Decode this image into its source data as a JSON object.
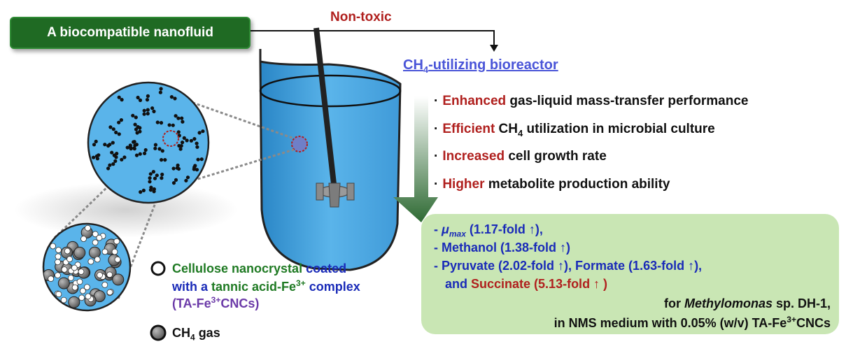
{
  "title": "A biocompatible nanofluid",
  "connector_label": "Non-toxic",
  "bioreactor": {
    "prefix": "CH",
    "sub": "4",
    "suffix": "-utilizing bioreactor"
  },
  "benefits": [
    {
      "highlight": "Enhanced",
      "text": " gas-liquid mass-transfer performance"
    },
    {
      "highlight": "Efficient",
      "text_a": " CH",
      "sub": "4",
      "text_b": " utilization in microbial culture"
    },
    {
      "highlight": "Increased",
      "text": " cell growth rate"
    },
    {
      "highlight": "Higher",
      "text": " metabolite production ability"
    }
  ],
  "results": {
    "mu_prefix": "- ",
    "mu": "μ",
    "mu_sub": "max",
    "mu_value": " (1.17-fold ↑),",
    "methanol": "- Methanol (1.38-fold ↑)",
    "pyruvate_formate": "- Pyruvate (2.02-fold ↑), Formate (1.63-fold ↑),",
    "and": "and ",
    "succinate": "Succinate  (5.13-fold ↑ )",
    "for_prefix": "for ",
    "organism": "Methylomonas",
    "organism_suffix": " sp. DH-1,",
    "medium_prefix": "in NMS medium with 0.05% (w/v) TA-Fe",
    "medium_sup": "3+",
    "medium_suffix": "CNCs"
  },
  "legend": {
    "cnc_green": "Cellulose nanocrystal",
    "cnc_blue": " coated",
    "line2_blue": "with a ",
    "line2_green": "tannic acid-Fe",
    "line2_sup": "3+",
    "line2_blue2": " complex",
    "line3": "(TA-Fe",
    "line3_sup": "3+",
    "line3_end": "CNCs)",
    "gas_prefix": "CH",
    "gas_sub": "4",
    "gas_suffix": " gas"
  },
  "colors": {
    "title_bg": "#1f6a23",
    "highlight_red": "#b0201e",
    "bioreactor_blue": "#4a55d8",
    "result_blue": "#1a2bb8",
    "result_bg": "#c9e6b4",
    "fluid_blue": "#5ab4ea"
  }
}
